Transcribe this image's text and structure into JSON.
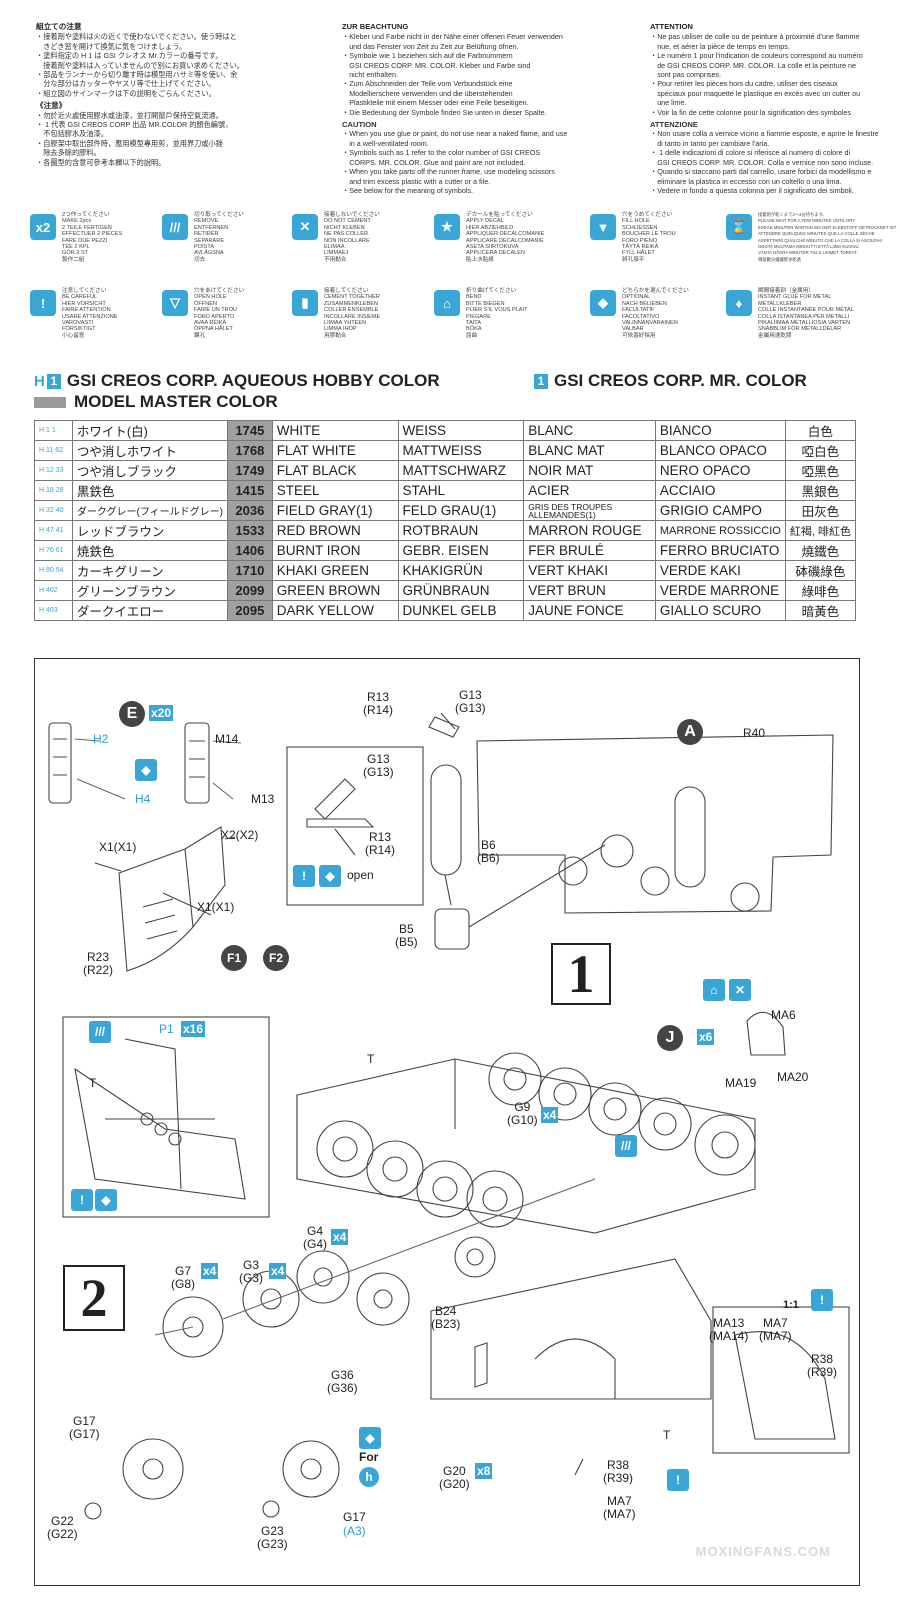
{
  "cautions": {
    "ja": {
      "title": "組立ての注意",
      "lines": [
        "・接着剤や塗料は火の近くで使わないでください。使う時はと",
        "　きどき窓を開けて換気に気をつけましょう。",
        "・塗料指定の H 1 は GSI クレオス Mr.カラーの番号です。",
        "　接着剤や塗料は入っていませんので別にお買い求めください。",
        "・部品をランナーから切り離す時は模型用ハサミ等を使い、余",
        "　分な部分はカッターやヤスリ等で仕上げてください。",
        "・組立図のサインマークは下の説明をごらんください。"
      ],
      "sub_title": "《注意》",
      "sub_lines": [
        "・勿於近火處使用膠水或油漆，並打開窗戶保持空氣流通。",
        "・ 1 代表 GSI CREOS CORP 出品 MR.COLOR 的顏色編號，",
        "　不包括膠水及油漆。",
        "・自膠架中取出部件時，應用模型專用剪，並用界刀或小銼",
        "　除去多餘的膠料。",
        "・各圖型的含意可參考本欄以下的說明。"
      ]
    },
    "de": {
      "title": "ZUR BEACHTUNG",
      "lines": [
        "・Kleber und Farbe nicht in der Nähe einer offenen Feuer verwenden",
        "　und das Fenster von Zeit zu Zeit zur Belüftung öfnen.",
        "・Symbole wie 1 beziehen sich auf die Farbnummern",
        "　GSI CREOS CORP. MR. COLOR. Kleber und Farbe sind",
        "　nicht enthalten.",
        "・Zum Abschneiden der Teile vom Verbundstück eine",
        "　Modellierschere verwenden und die überstehenden",
        "　Plastikteile mit einem Messer oder eine Feile beseitigen.",
        "・Die Bedeutung der Symbole finden Sie unten in dieser Spalte."
      ],
      "sub_title": "CAUTION",
      "sub_lines": [
        "・When you use glue or paint, do not use near a naked flame, and use",
        "　in a well-ventilated room.",
        "・Symbols such as 1 refer to the color number of GSI CREOS",
        "　CORPS. MR. COLOR. Glue and paint are not included.",
        "・When you take parts off the runner frame, use modeling scissors",
        "　and trim excess plastic with a cutter or a file.",
        "・See below for the meaning of symbols."
      ]
    },
    "fr": {
      "title": "ATTENTION",
      "lines": [
        "・Ne pas utiliser de colle ou de peinture à proximité d'une flamme",
        "　nue, et aérer la pièce de temps en temps.",
        "・Le numéro 1 pour l'indication de couleurs correspond au numéro",
        "　de GSI CREOS CORP. MR. COLOR. La colle et la peinture ne",
        "　sont pas comprises.",
        "・Pour retirer les pièces hors du cadre, utiliser des ciseaux",
        "　spéciaux pour maquette le plastique en excès avec un cutter ou",
        "　une lime.",
        "・Voir la fin de cette colonne pour la signification des symboles"
      ],
      "sub_title": "ATTENZIONE",
      "sub_lines": [
        "・Non usare colla a vernice vicino a fiamme esposte, e aprire le finestre",
        "　di tanto in tanto per cambiare l'aria.",
        "・ 1 delle indicazioni di colore si riferisce al numero di colore di",
        "　GSI CREOS CORP. MR. COLOR. Colla e vernice non sono incluse.",
        "・Quando si staccano parti dal carrello, usare forbici da modellismo e",
        "　eliminare la plastica in eccesso con un coltello o una lima.",
        "・Vedere in fondo a questa colonna per il significato dei simboli."
      ]
    }
  },
  "legend": [
    [
      {
        "icon": "x2-icon",
        "glyph": "x2",
        "lines": [
          "2つ作ってください",
          "MAKE 2pcs",
          "2 TEILE FERTIGEN",
          "EFFECTUER 2 PIECES",
          "FARE DUE PEZZI",
          "TEE 2 KPL",
          "GÖR 2 ST",
          "製作二組"
        ]
      },
      {
        "icon": "remove-icon",
        "glyph": "///",
        "lines": [
          "切り取ってください",
          "REMOVE",
          "ENTFERNEN",
          "RETIRER",
          "SEPARARE",
          "POISTA",
          "AVLÄGSNA",
          "切去"
        ]
      },
      {
        "icon": "no-cement-icon",
        "glyph": "✕",
        "lines": [
          "接着しないでください",
          "DO NOT CEMENT",
          "NICHT KLEBEN",
          "NE PAS COLLER",
          "NON INCOLLARE",
          "ELIMAA",
          "LIMMAEJ",
          "不用黏合"
        ]
      },
      {
        "icon": "decal-icon",
        "glyph": "★",
        "lines": [
          "デカールを貼ってください",
          "APPLY DECAL",
          "HIER ABZIEHBILD",
          "APPLIQUER DECALCOMANIE",
          "APPLICARE DECALCOMANIE",
          "ASETA SIIRTOKUVA",
          "APPLICERA DECALEN",
          "貼上水貼紙"
        ]
      },
      {
        "icon": "fill-hole-icon",
        "glyph": "▼",
        "lines": [
          "穴をうめてください",
          "FILL HOLE",
          "SCHLIESSEN",
          "BOUCHER LE TROU",
          "FORO PIENO",
          "TÄYTÄ REIKÄ",
          "FYLL HÅLET",
          "將孔填平"
        ]
      },
      {
        "icon": "glue-wait-icon",
        "glyph": "⌛",
        "lines": [
          "接着剤が乾くまで2〜3分待ちます。",
          "PLEASE WAIT FOR A FEW MINUTES UNTIL DRY",
          "EINIGE MINUTEN WARTEN BIS DER KLEBSTOFF GETROCKNET IST",
          "ATTENDRE QUELQUES MINUTES QUE LA COLLE SÈCHE",
          "ASPETTARE QUALCHE MINUTO CHE LA COLLA SI ASCIUGHI",
          "ODOTA MUUTAMA MINUUTTI ETTÄ LIIMA KUIVUU",
          "VÄNTA NÅGRA MINUTER TILLS LIMMET TORKAT",
          "稍候數分鐘讓膠水乾透"
        ]
      }
    ],
    [
      {
        "icon": "careful-icon",
        "glyph": "!",
        "lines": [
          "注意してください",
          "BE CAREFUL",
          "HIER VORSICHT",
          "FAIRE ATTENTION",
          "USARE ATTENZIONE",
          "VAROVASTI",
          "FÖRSIKTIGT",
          "小心留意"
        ]
      },
      {
        "icon": "open-hole-icon",
        "glyph": "▽",
        "lines": [
          "穴をあけてください",
          "OPEN HOLE",
          "ÖFFNEN",
          "FAIRE UN TROU",
          "FORO APERTO",
          "AVAA REIKÄ",
          "ÖPPNA HÅLET",
          "鑽孔"
        ]
      },
      {
        "icon": "cement-together-icon",
        "glyph": "▮",
        "lines": [
          "接着してください",
          "CEMENT TOGETHER",
          "ZUSAMMENKLEBEN",
          "COLLER ENSEMBLE",
          "INCOLLARE INSIEME",
          "LIIMAA YHTEEN",
          "LIMMA IHOP",
          "用膠黏合"
        ]
      },
      {
        "icon": "bend-icon",
        "glyph": "⌂",
        "lines": [
          "折り曲げてください",
          "BEND",
          "BITTE BIEGEN",
          "PLIER S'IL VOUS PLAIT",
          "PIEGARE",
          "TAITA",
          "BÖKA",
          "屈曲"
        ]
      },
      {
        "icon": "optional-icon",
        "glyph": "◆",
        "lines": [
          "どちらかを選んでください",
          "OPTIONAL",
          "NACH BELIEBEN",
          "FACULTATIF",
          "FACOLTATIVO",
          "VALINNANVARAINEN",
          "VALBAR",
          "可依喜好採用"
        ]
      },
      {
        "icon": "instant-glue-icon",
        "glyph": "♦",
        "lines": [
          "瞬間接着剤（金属用）",
          "INSTANT GLUE FOR METAL",
          "METALLKLEBER",
          "COLLE INSTANTANÉE POUR MÉTAL",
          "COLLA ISTANTANEA PER METALLI",
          "PIKALIIMAA METALLIOSIA VARTEN",
          "SNABBLIM FÖR METALLDELAR",
          "金屬用速乾膠"
        ]
      }
    ]
  ],
  "headers": {
    "aqueous_badge_h": "H",
    "aqueous_badge_n": "1",
    "aqueous": "GSI CREOS CORP. AQUEOUS HOBBY COLOR",
    "mr_badge": "1",
    "mr": "GSI CREOS CORP. MR. COLOR",
    "master": "MODEL MASTER COLOR"
  },
  "colors": [
    {
      "code": "H 1 1",
      "ja": "ホワイト(白)",
      "num": "1745",
      "en": "WHITE",
      "de": "WEISS",
      "fr": "BLANC",
      "it": "BIANCO",
      "zh": "白色"
    },
    {
      "code": "H 11 62",
      "ja": "つや消しホワイト",
      "num": "1768",
      "en": "FLAT WHITE",
      "de": "MATTWEISS",
      "fr": "BLANC MAT",
      "it": "BLANCO OPACO",
      "zh": "啞白色"
    },
    {
      "code": "H 12 33",
      "ja": "つや消しブラック",
      "num": "1749",
      "en": "FLAT BLACK",
      "de": "MATTSCHWARZ",
      "fr": "NOIR MAT",
      "it": "NERO OPACO",
      "zh": "啞黑色"
    },
    {
      "code": "H 18 28",
      "ja": "黒鉄色",
      "num": "1415",
      "en": "STEEL",
      "de": "STAHL",
      "fr": "ACIER",
      "it": "ACCIAIO",
      "zh": "黑銀色"
    },
    {
      "code": "H 32 40",
      "ja": "ダークグレー(フィールドグレー)",
      "num": "2036",
      "en": "FIELD GRAY(1)",
      "de": "FELD GRAU(1)",
      "fr": "GRIS DES TROUPES ALLEMANDES(1)",
      "it": "GRIGIO CAMPO",
      "zh": "田灰色"
    },
    {
      "code": "H 47 41",
      "ja": "レッドブラウン",
      "num": "1533",
      "en": "RED BROWN",
      "de": "ROTBRAUN",
      "fr": "MARRON ROUGE",
      "it": "MARRONE ROSSICCIO",
      "zh": "紅褐, 啡紅色"
    },
    {
      "code": "H 76 61",
      "ja": "焼鉄色",
      "num": "1406",
      "en": "BURNT IRON",
      "de": "GEBR. EISEN",
      "fr": "FER BRULÉ",
      "it": "FERRO BRUCIATO",
      "zh": "燒鐵色"
    },
    {
      "code": "H 80 54",
      "ja": "カーキグリーン",
      "num": "1710",
      "en": "KHAKI GREEN",
      "de": "KHAKIGRÜN",
      "fr": "VERT KHAKI",
      "it": "VERDE KAKI",
      "zh": "砵磯綠色"
    },
    {
      "code": "H 402",
      "ja": "グリーンブラウン",
      "num": "2099",
      "en": "GREEN BROWN",
      "de": "GRÜNBRAUN",
      "fr": "VERT BRUN",
      "it": "VERDE MARRONE",
      "zh": "綠啡色"
    },
    {
      "code": "H 403",
      "ja": "ダークイエロー",
      "num": "2095",
      "en": "DARK YELLOW",
      "de": "DUNKEL GELB",
      "fr": "JAUNE FONCE",
      "it": "GIALLO SCURO",
      "zh": "暗黃色"
    }
  ],
  "diagram": {
    "step1": "1",
    "step2": "2",
    "bubbles": {
      "E": "E",
      "A": "A",
      "J": "J",
      "F1": "F1",
      "F2": "F2"
    },
    "counts": {
      "e": "x20",
      "p1": "x16",
      "j": "x6",
      "g9": "x4",
      "g4": "x4",
      "g3": "x4",
      "g7": "x4",
      "g20": "x8"
    },
    "labels": {
      "h2": "H2",
      "h4": "H4",
      "m14": "M14",
      "m13": "M13",
      "x1a": "X1(X1)",
      "x2": "X2(X2)",
      "x1b": "X1(X1)",
      "r23": "R23\n(R22)",
      "r13": "R13\n(R14)",
      "g13": "G13\n(G13)",
      "g13b": "G13\n(G13)",
      "r13b": "R13\n(R14)",
      "open": "open",
      "b6": "B6\n(B6)",
      "b5": "B5\n(B5)",
      "r40": "R40",
      "p1": "P1",
      "t1": "T",
      "t2": "T",
      "t3": "T",
      "ma6": "MA6",
      "ma19": "MA19",
      "ma20": "MA20",
      "g9": "G9\n(G10)",
      "g4": "G4\n(G4)",
      "g3": "G3\n(G3)",
      "g7": "G7\n(G8)",
      "b24": "B24\n(B23)",
      "g36": "G36\n(G36)",
      "g17": "G17\n(G17)",
      "g22": "G22\n(G22)",
      "g23": "G23\n(G23)",
      "g17b": "G17",
      "a3": "(A3)",
      "for": "For",
      "h": "h",
      "ma13": "MA13\n(MA14)",
      "ma7a": "MA7\n(MA7)",
      "scale": "1:1",
      "r38a": "R38\n(R39)",
      "r38b": "R38\n(R39)",
      "g20": "G20\n(G20)",
      "ma7b": "MA7\n(MA7)"
    },
    "watermark": "MOXINGFANS.COM"
  }
}
